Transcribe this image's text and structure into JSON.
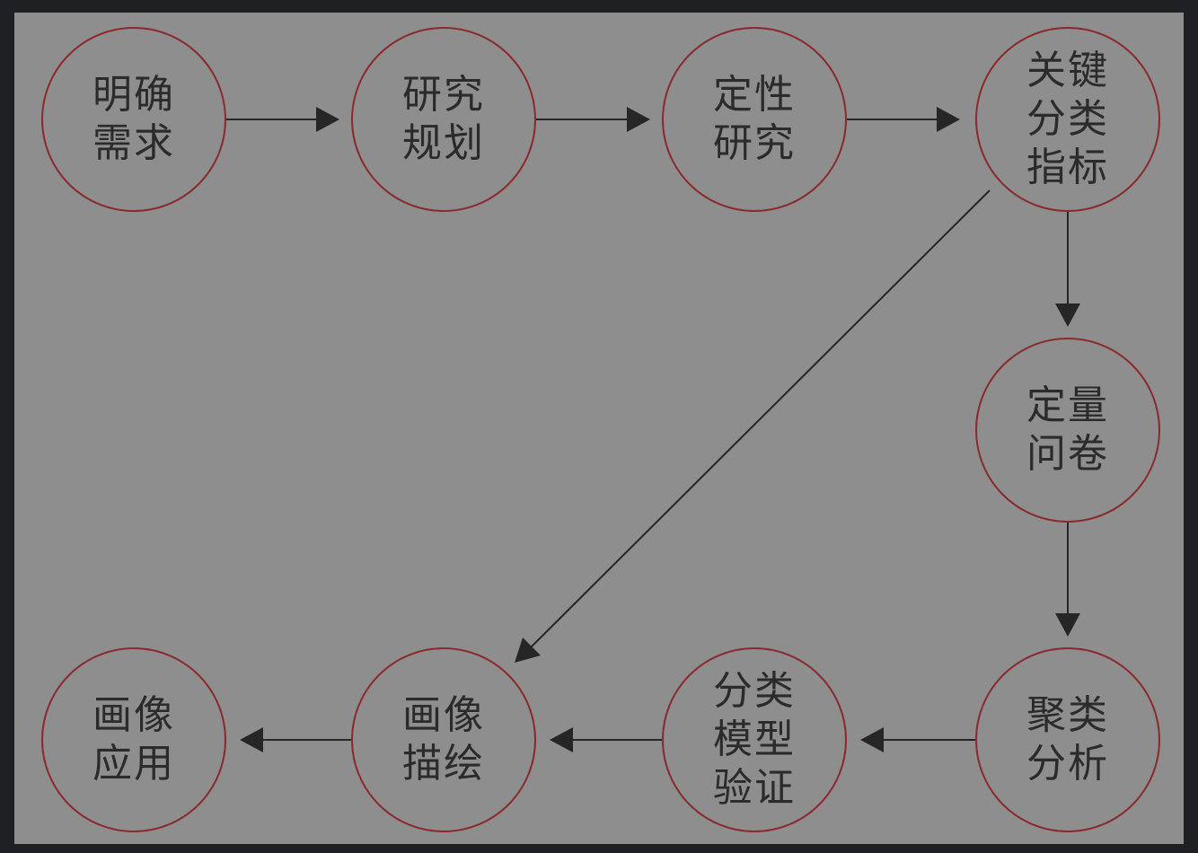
{
  "diagram": {
    "title": "",
    "colors": {
      "frame": "#1f2023",
      "panel": "#8e8e8e",
      "node_stroke": "#8a2a2e",
      "text": "#2b2b2b",
      "arrow": "#262626"
    },
    "nodes": [
      {
        "id": "n1",
        "lines": [
          "明确",
          "需求"
        ]
      },
      {
        "id": "n2",
        "lines": [
          "研究",
          "规划"
        ]
      },
      {
        "id": "n3",
        "lines": [
          "定性",
          "研究"
        ]
      },
      {
        "id": "n4",
        "lines": [
          "关键",
          "分类",
          "指标"
        ]
      },
      {
        "id": "n5",
        "lines": [
          "定量",
          "问卷"
        ]
      },
      {
        "id": "n6",
        "lines": [
          "聚类",
          "分析"
        ]
      },
      {
        "id": "n7",
        "lines": [
          "分类",
          "模型",
          "验证"
        ]
      },
      {
        "id": "n8",
        "lines": [
          "画像",
          "描绘"
        ]
      },
      {
        "id": "n9",
        "lines": [
          "画像",
          "应用"
        ]
      }
    ],
    "edges": [
      {
        "from": "明确需求",
        "to": "研究规划"
      },
      {
        "from": "研究规划",
        "to": "定性研究"
      },
      {
        "from": "定性研究",
        "to": "关键分类指标"
      },
      {
        "from": "关键分类指标",
        "to": "定量问卷"
      },
      {
        "from": "关键分类指标",
        "to": "画像描绘"
      },
      {
        "from": "定量问卷",
        "to": "聚类分析"
      },
      {
        "from": "聚类分析",
        "to": "分类模型验证"
      },
      {
        "from": "分类模型验证",
        "to": "画像描绘"
      },
      {
        "from": "画像描绘",
        "to": "画像应用"
      }
    ]
  }
}
